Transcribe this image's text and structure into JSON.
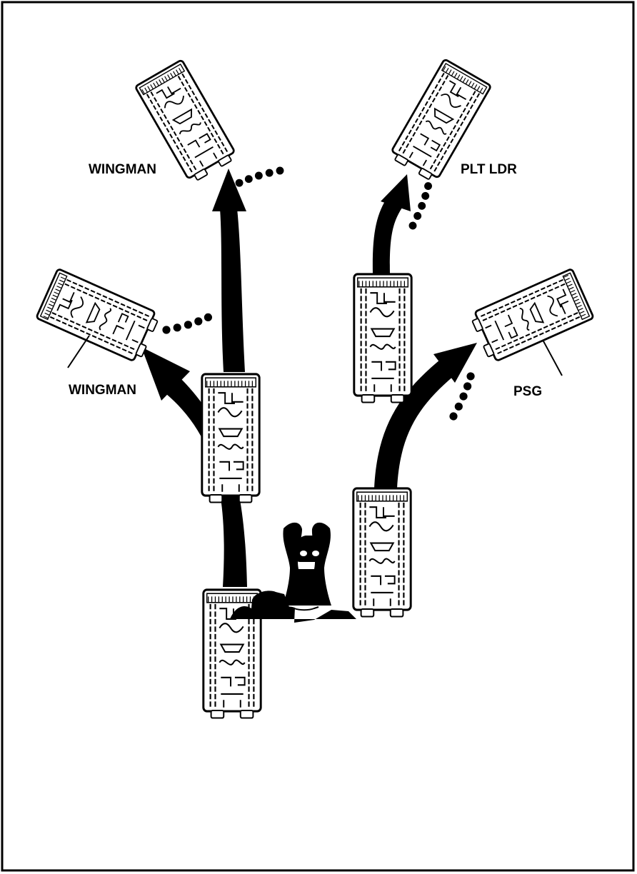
{
  "labels": {
    "wingman_top": "WINGMAN",
    "wingman_left": "WINGMAN",
    "plt_ldr": "PLT LDR",
    "psg": "PSG"
  },
  "icons": {
    "vehicle": "tank-icon",
    "signaler": "signaler-icon",
    "dust": "dust-trail"
  },
  "colors": {
    "ink": "#000000",
    "paper": "#ffffff"
  }
}
